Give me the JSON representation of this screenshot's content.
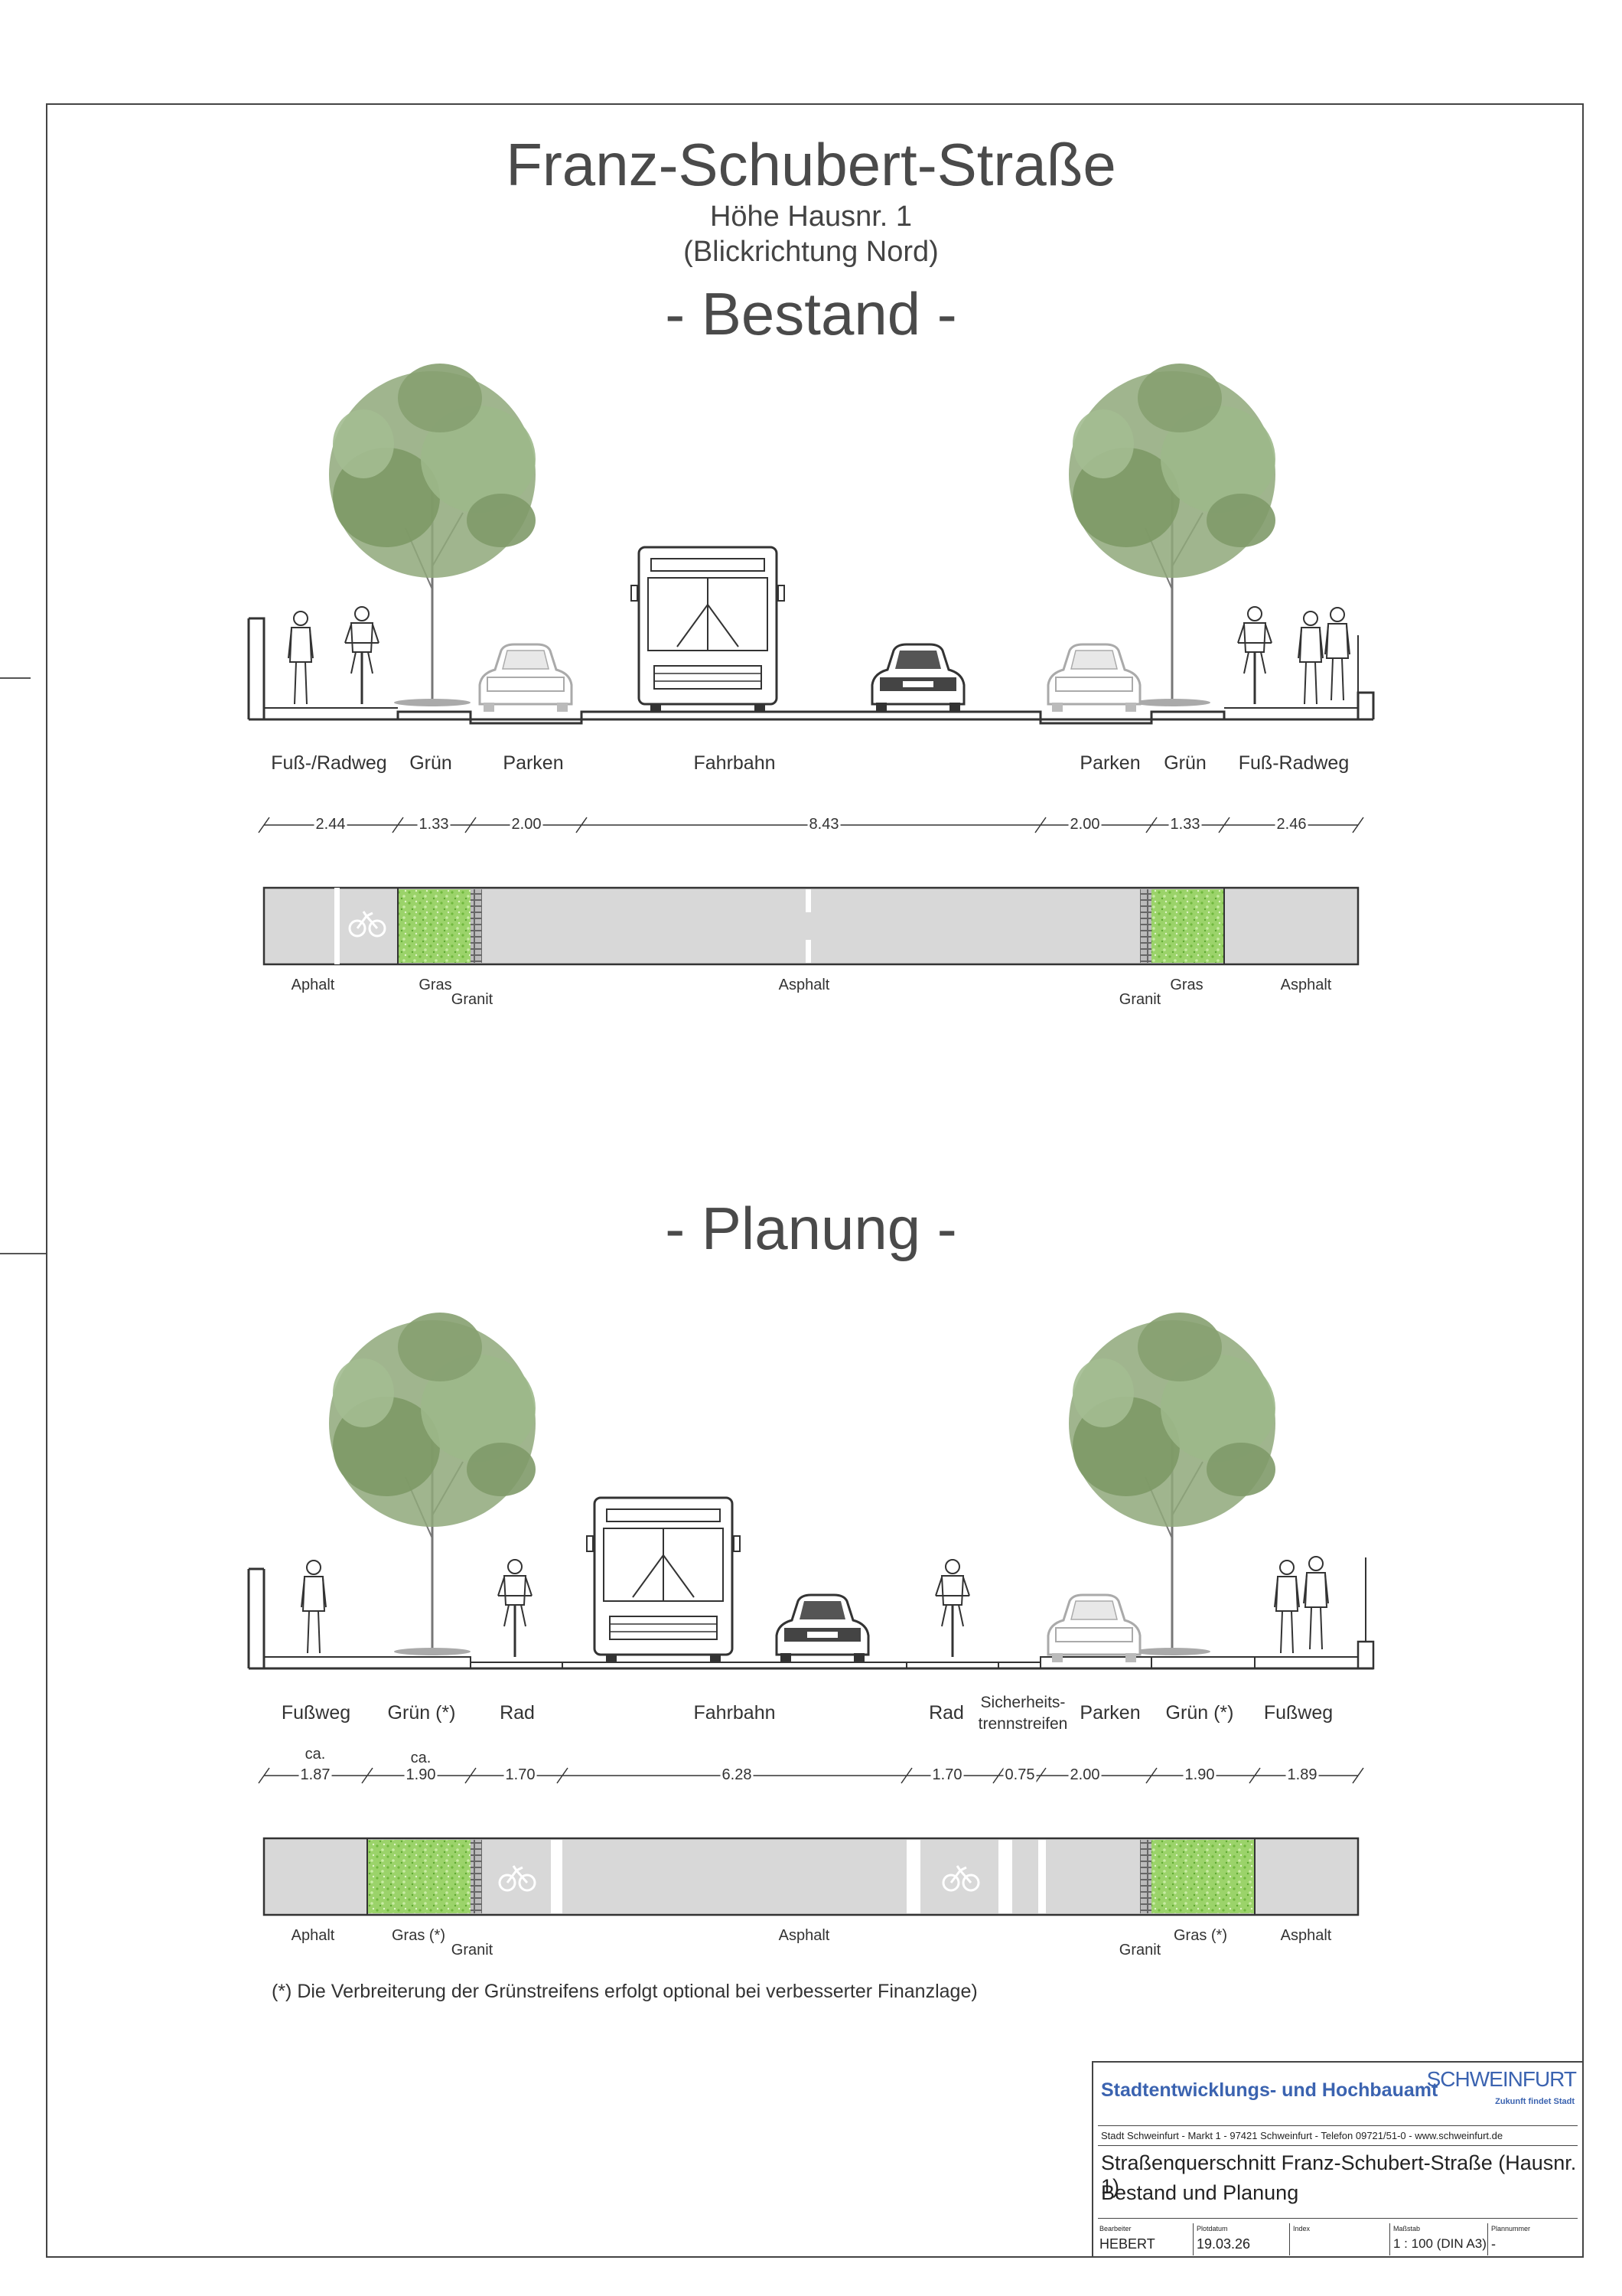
{
  "header": {
    "title": "Franz-Schubert-Straße",
    "subtitle1": "Höhe Hausnr. 1",
    "subtitle2": "(Blickrichtung Nord)"
  },
  "bestand": {
    "heading": "- Bestand -",
    "zones": [
      "Fuß-/Radweg",
      "Grün",
      "Parken",
      "Fahrbahn",
      "Parken",
      "Grün",
      "Fuß-Radweg"
    ],
    "widths": [
      "2.44",
      "1.33",
      "2.00",
      "8.43",
      "2.00",
      "1.33",
      "2.46"
    ],
    "materials": [
      "Aphalt",
      "Gras",
      "Granit",
      "Asphalt",
      "Granit",
      "Gras",
      "Asphalt"
    ]
  },
  "planung": {
    "heading": "- Planung -",
    "zones": [
      "Fußweg",
      "Grün (*)",
      "Rad",
      "Fahrbahn",
      "Rad",
      "Sicherheits-",
      "trennstreifen",
      "Parken",
      "Grün (*)",
      "Fußweg"
    ],
    "ca_labels": [
      "ca.",
      "ca."
    ],
    "widths": [
      "1.87",
      "1.90",
      "1.70",
      "6.28",
      "1.70",
      "0.75",
      "2.00",
      "1.90",
      "1.89"
    ],
    "materials": [
      "Aphalt",
      "Gras (*)",
      "Granit",
      "Asphalt",
      "Granit",
      "Gras (*)",
      "Asphalt"
    ]
  },
  "footnote": "(*) Die Verbreiterung der Grünstreifens erfolgt optional bei verbesserter Finanzlage)",
  "titleblock": {
    "department": "Stadtentwicklungs- und Hochbauamt",
    "logo": "SCHWEINFURT",
    "logo_slogan": "Zukunft findet Stadt",
    "address": "Stadt Schweinfurt  -  Markt 1  -  97421 Schweinfurt  -  Telefon 09721/51-0  -  www.schweinfurt.de",
    "title_line1": "Straßenquerschnitt Franz-Schubert-Straße (Hausnr. 1)",
    "title_line2": "Bestand und Planung",
    "fields": [
      {
        "label": "Bearbeiter",
        "value": "HEBERT"
      },
      {
        "label": "Plotdatum",
        "value": "19.03.26"
      },
      {
        "label": "Index",
        "value": ""
      },
      {
        "label": "Maßstab",
        "value": "1 : 100 (DIN A3)"
      },
      {
        "label": "Plannummer",
        "value": "-"
      }
    ]
  },
  "colors": {
    "grass": "#9bd36a",
    "asphalt": "#d8d8d8",
    "line": "#333333",
    "tree_foliage": "#8fa87a",
    "brand_blue": "#3b63b0"
  }
}
